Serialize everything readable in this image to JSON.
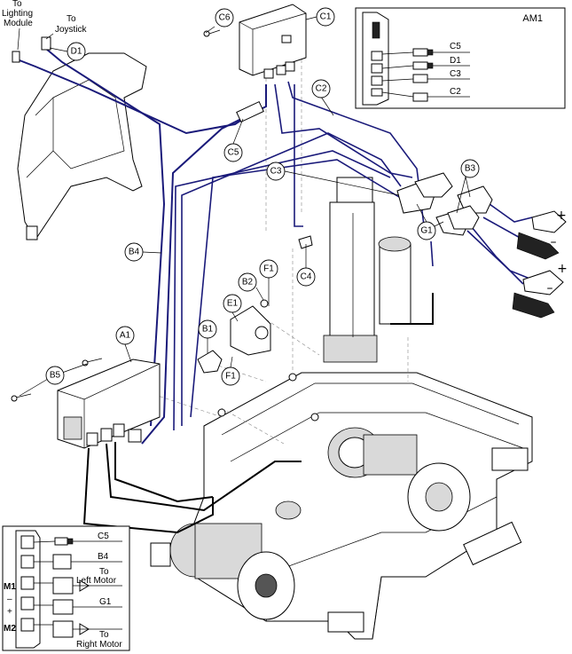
{
  "callouts": {
    "c1": "C1",
    "c6": "C6",
    "d1": "D1",
    "c2": "C2",
    "c5": "C5",
    "c3": "C3",
    "b3": "B3",
    "g1": "G1",
    "b4": "B4",
    "c4": "C4",
    "f1_top": "F1",
    "b2": "B2",
    "e1": "E1",
    "b1": "B1",
    "f1_bottom": "F1",
    "a1": "A1",
    "b5": "B5"
  },
  "top_labels": {
    "to_lighting_line1": "To",
    "to_lighting_line2": "Lighting",
    "to_lighting_line3": "Module",
    "to_joystick_line1": "To",
    "to_joystick_line2": "Joystick"
  },
  "am1_inset": {
    "title": "AM1",
    "rows": [
      "C5",
      "D1",
      "C3",
      "C2"
    ]
  },
  "bottom_inset": {
    "rows": [
      "C5",
      "B4",
      "G1"
    ],
    "left_motor_line1": "To",
    "left_motor_line2": "Left Motor",
    "right_motor_line1": "To",
    "right_motor_line2": "Right Motor",
    "m1": "M1",
    "minus": "–",
    "plus": "+",
    "m2": "M2"
  },
  "battery_symbols": {
    "plus_top": "+",
    "minus_top": "–",
    "plus_bottom": "+",
    "minus_bottom": "–"
  }
}
